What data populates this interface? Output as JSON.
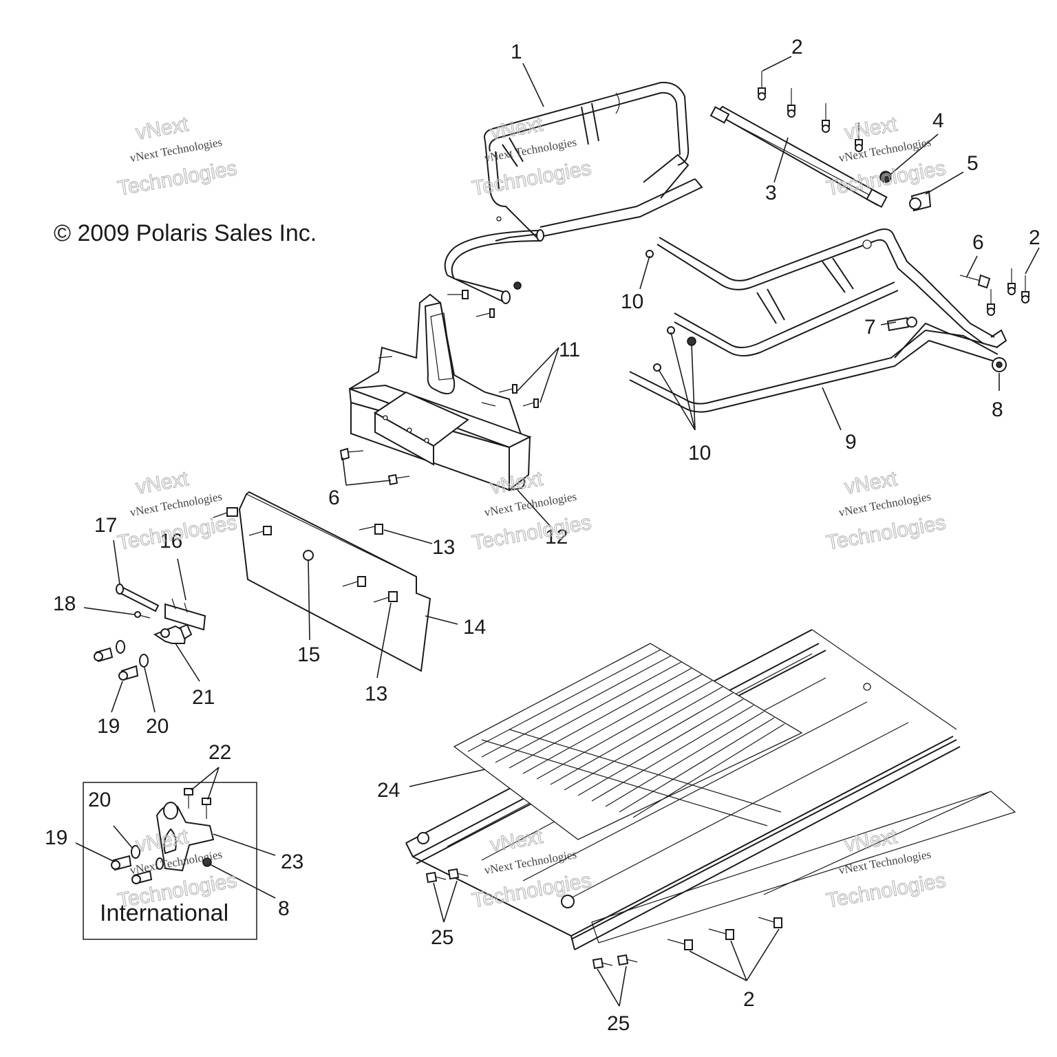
{
  "copyright": "© 2009 Polaris Sales Inc.",
  "inset_label": "International",
  "watermark": {
    "line1": "vNext",
    "line2": "vNext Technologies",
    "line3": "Technologies"
  },
  "callouts": {
    "c1": "1",
    "c2a": "2",
    "c3": "3",
    "c4": "4",
    "c5": "5",
    "c6a": "6",
    "c2b": "2",
    "c10a": "10",
    "c7": "7",
    "c11": "11",
    "c8a": "8",
    "c10b": "10",
    "c9": "9",
    "c6b": "6",
    "c12": "12",
    "c13a": "13",
    "c17": "17",
    "c16": "16",
    "c18": "18",
    "c14": "14",
    "c15": "15",
    "c13b": "13",
    "c21": "21",
    "c19a": "19",
    "c20a": "20",
    "c22": "22",
    "c24": "24",
    "c20b": "20",
    "c19b": "19",
    "c23": "23",
    "c8b": "8",
    "c25a": "25",
    "c2c": "2",
    "c25b": "25"
  },
  "colors": {
    "line": "#1a1a1a",
    "background": "#ffffff"
  }
}
